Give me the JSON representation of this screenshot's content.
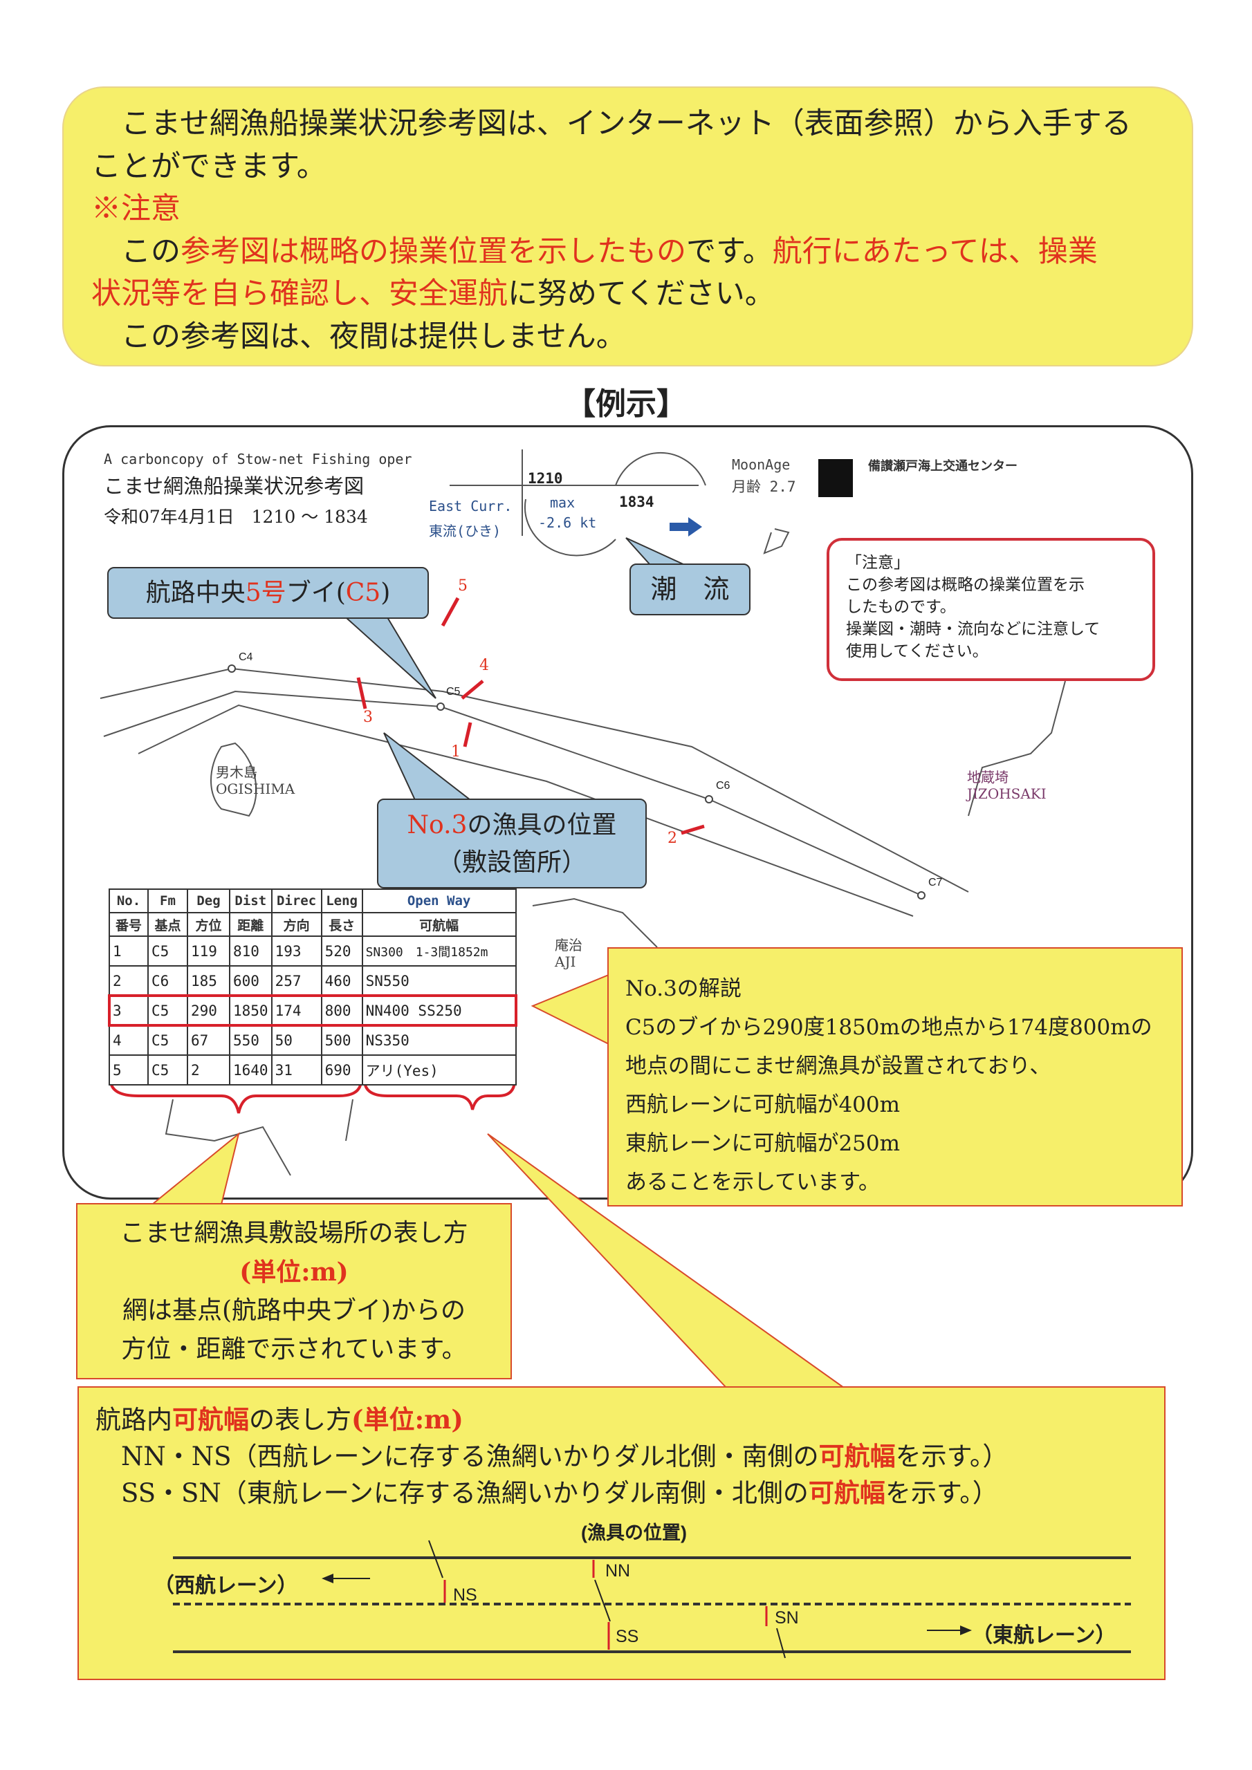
{
  "intro": {
    "line1": "　こませ網漁船操業状況参考図は、インターネット（表面参照）から入手する",
    "line2": "ことができます。",
    "caution_head": "※注意",
    "caution_a": "参考図は概略の操業位置を示したもの",
    "caution_pre": "　この",
    "caution_mid": "です。",
    "caution_b": "航行にあたっては、操業",
    "caution_c": "状況等を自ら確認し、安全運航",
    "caution_end": "に努めてください。",
    "night": "　この参考図は、夜間は提供しません。"
  },
  "example_title": "【例示】",
  "map": {
    "en_title": "A carboncopy of Stow-net Fishing oper",
    "jp_title": "こませ網漁船操業状況参考図",
    "date": "令和07年4月1日　1210 ～ 1834",
    "current": {
      "en": "East Curr.",
      "jp": "東流(ひき)",
      "start": "1210",
      "end": "1834",
      "max_label": "max",
      "max_value": "-2.6 kt"
    },
    "moon": {
      "en": "MoonAge",
      "jp": "月齢 2.7"
    },
    "center": "備讃瀬戸海上交通センター",
    "buoys": [
      "C4",
      "C5",
      "C6",
      "C7"
    ],
    "gear_numbers": [
      "1",
      "2",
      "3",
      "4",
      "5"
    ],
    "places": {
      "ogishima_jp": "男木島",
      "ogishima_en": "OGISHIMA",
      "jizo_jp": "地蔵埼",
      "jizo_en": "JIZOHSAKI",
      "aji_jp": "庵治",
      "aji_en": "AJI"
    },
    "callout_c5": {
      "pre": "航路中央",
      "red": "5号",
      "mid": "ブイ(",
      "red2": "C5",
      "post": ")"
    },
    "callout_tide": "潮　流",
    "callout_no3": {
      "red": "No.3",
      "line1": "の漁具の位置",
      "line2": "（敷設箇所）"
    },
    "notice": {
      "head": "「注意」",
      "l1": "この参考図は概略の操業位置を示",
      "l2": "したものです。",
      "l3": "操業図・潮時・流向などに注意して",
      "l4": "使用してください。"
    }
  },
  "table": {
    "header_en": [
      "No.",
      "Fm",
      "Deg",
      "Dist",
      "Direc",
      "Leng",
      "Open Way"
    ],
    "header_jp": [
      "番号",
      "基点",
      "方位",
      "距離",
      "方向",
      "長さ",
      "可航幅"
    ],
    "rows": [
      [
        "1",
        "C5",
        "119",
        "810",
        "193",
        "520",
        "SN300　1-3間1852m"
      ],
      [
        "2",
        "C6",
        "185",
        "600",
        "257",
        "460",
        "SN550"
      ],
      [
        "3",
        "C5",
        "290",
        "1850",
        "174",
        "800",
        "NN400 SS250"
      ],
      [
        "4",
        "C5",
        "67",
        "550",
        "50",
        "500",
        "NS350"
      ],
      [
        "5",
        "C5",
        "2",
        "1640",
        "31",
        "690",
        "アリ(Yes)"
      ]
    ]
  },
  "explain": {
    "title": "No.3の解説",
    "l1": "C5のブイから290度1850mの地点から174度800mの",
    "l2": "地点の間にこませ網漁具が設置されており、",
    "l3": "西航レーンに可航幅が400m",
    "l4": "東航レーンに可航幅が250m",
    "l5": "あることを示しています。"
  },
  "howto": {
    "l1": "こませ網漁具敷設場所の表し方",
    "unit": "(単位:m)",
    "l2": "網は基点(航路中央ブイ)からの",
    "l3": "方位・距離で示されています。"
  },
  "width_box": {
    "t_pre": "航路内",
    "t_red": "可航幅",
    "t_mid": "の表し方",
    "t_unit": "(単位:m)",
    "l1_pre": "　NN・NS（西航レーンに存する漁網いかりダル北側・南側の",
    "l1_red": "可航幅",
    "l1_post": "を示す。）",
    "l2_pre": "　SS・SN（東航レーンに存する漁網いかりダル南側・北側の",
    "l2_red": "可航幅",
    "l2_post": "を示す。）",
    "gear_pos": "(漁具の位置)",
    "west": "（西航レーン）",
    "east": "（東航レーン）",
    "labels": [
      "NN",
      "NS",
      "SS",
      "SN"
    ]
  },
  "colors": {
    "accent_red": "#e0321e",
    "yellow": "#f6ef6a",
    "callout_blue": "#a9c9df",
    "arrow_blue": "#2a5aa8"
  }
}
